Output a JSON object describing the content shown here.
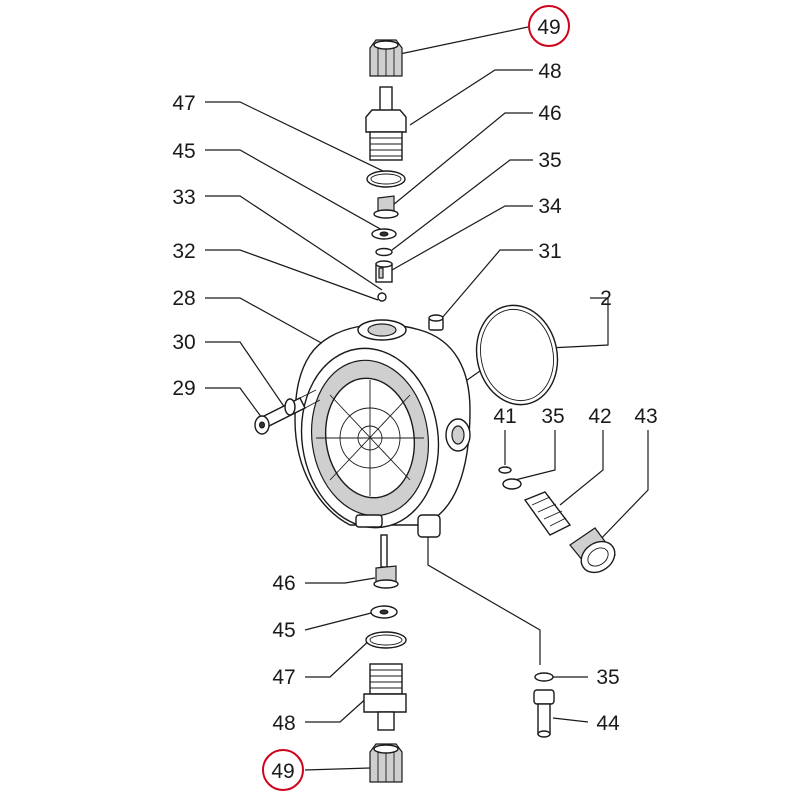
{
  "highlight_color": "#d0021b",
  "callouts": {
    "c49_top": "49",
    "c48_top": "48",
    "c47_top": "47",
    "c46_top": "46",
    "c45_top": "45",
    "c35_top": "35",
    "c33": "33",
    "c34": "34",
    "c32": "32",
    "c31": "31",
    "c28": "28",
    "c2": "2",
    "c30": "30",
    "c29": "29",
    "c41": "41",
    "c35_mid": "35",
    "c42": "42",
    "c43": "43",
    "c46_bot": "46",
    "c45_bot": "45",
    "c47_bot": "47",
    "c35_bot": "35",
    "c48_bot": "48",
    "c44": "44",
    "c49_bot": "49"
  }
}
